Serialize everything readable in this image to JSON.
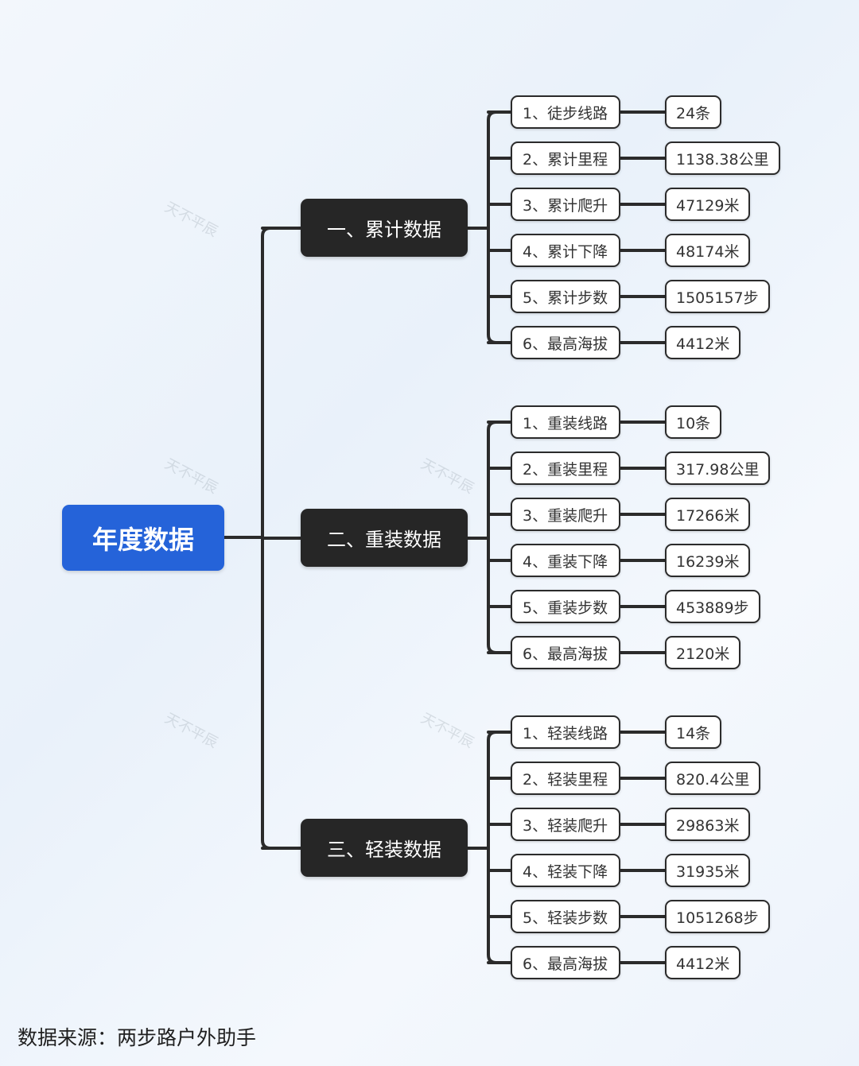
{
  "root": {
    "label": "年度数据"
  },
  "categories": [
    {
      "label": "一、累计数据",
      "items": [
        {
          "label": "1、徒步线路",
          "value": "24条"
        },
        {
          "label": "2、累计里程",
          "value": "1138.38公里"
        },
        {
          "label": "3、累计爬升",
          "value": "47129米"
        },
        {
          "label": "4、累计下降",
          "value": "48174米"
        },
        {
          "label": "5、累计步数",
          "value": "1505157步"
        },
        {
          "label": "6、最高海拔",
          "value": "4412米"
        }
      ]
    },
    {
      "label": "二、重装数据",
      "items": [
        {
          "label": "1、重装线路",
          "value": "10条"
        },
        {
          "label": "2、重装里程",
          "value": "317.98公里"
        },
        {
          "label": "3、重装爬升",
          "value": "17266米"
        },
        {
          "label": "4、重装下降",
          "value": "16239米"
        },
        {
          "label": "5、重装步数",
          "value": "453889步"
        },
        {
          "label": "6、最高海拔",
          "value": "2120米"
        }
      ]
    },
    {
      "label": "三、轻装数据",
      "items": [
        {
          "label": "1、轻装线路",
          "value": "14条"
        },
        {
          "label": "2、轻装里程",
          "value": "820.4公里"
        },
        {
          "label": "3、轻装爬升",
          "value": "29863米"
        },
        {
          "label": "4、轻装下降",
          "value": "31935米"
        },
        {
          "label": "5、轻装步数",
          "value": "1051268步"
        },
        {
          "label": "6、最高海拔",
          "value": "4412米"
        }
      ]
    }
  ],
  "watermark": "天不平辰",
  "source": "数据来源：两步路户外助手",
  "colors": {
    "root": "#2563d9",
    "category": "#262626",
    "line": "#2b2b2b"
  }
}
